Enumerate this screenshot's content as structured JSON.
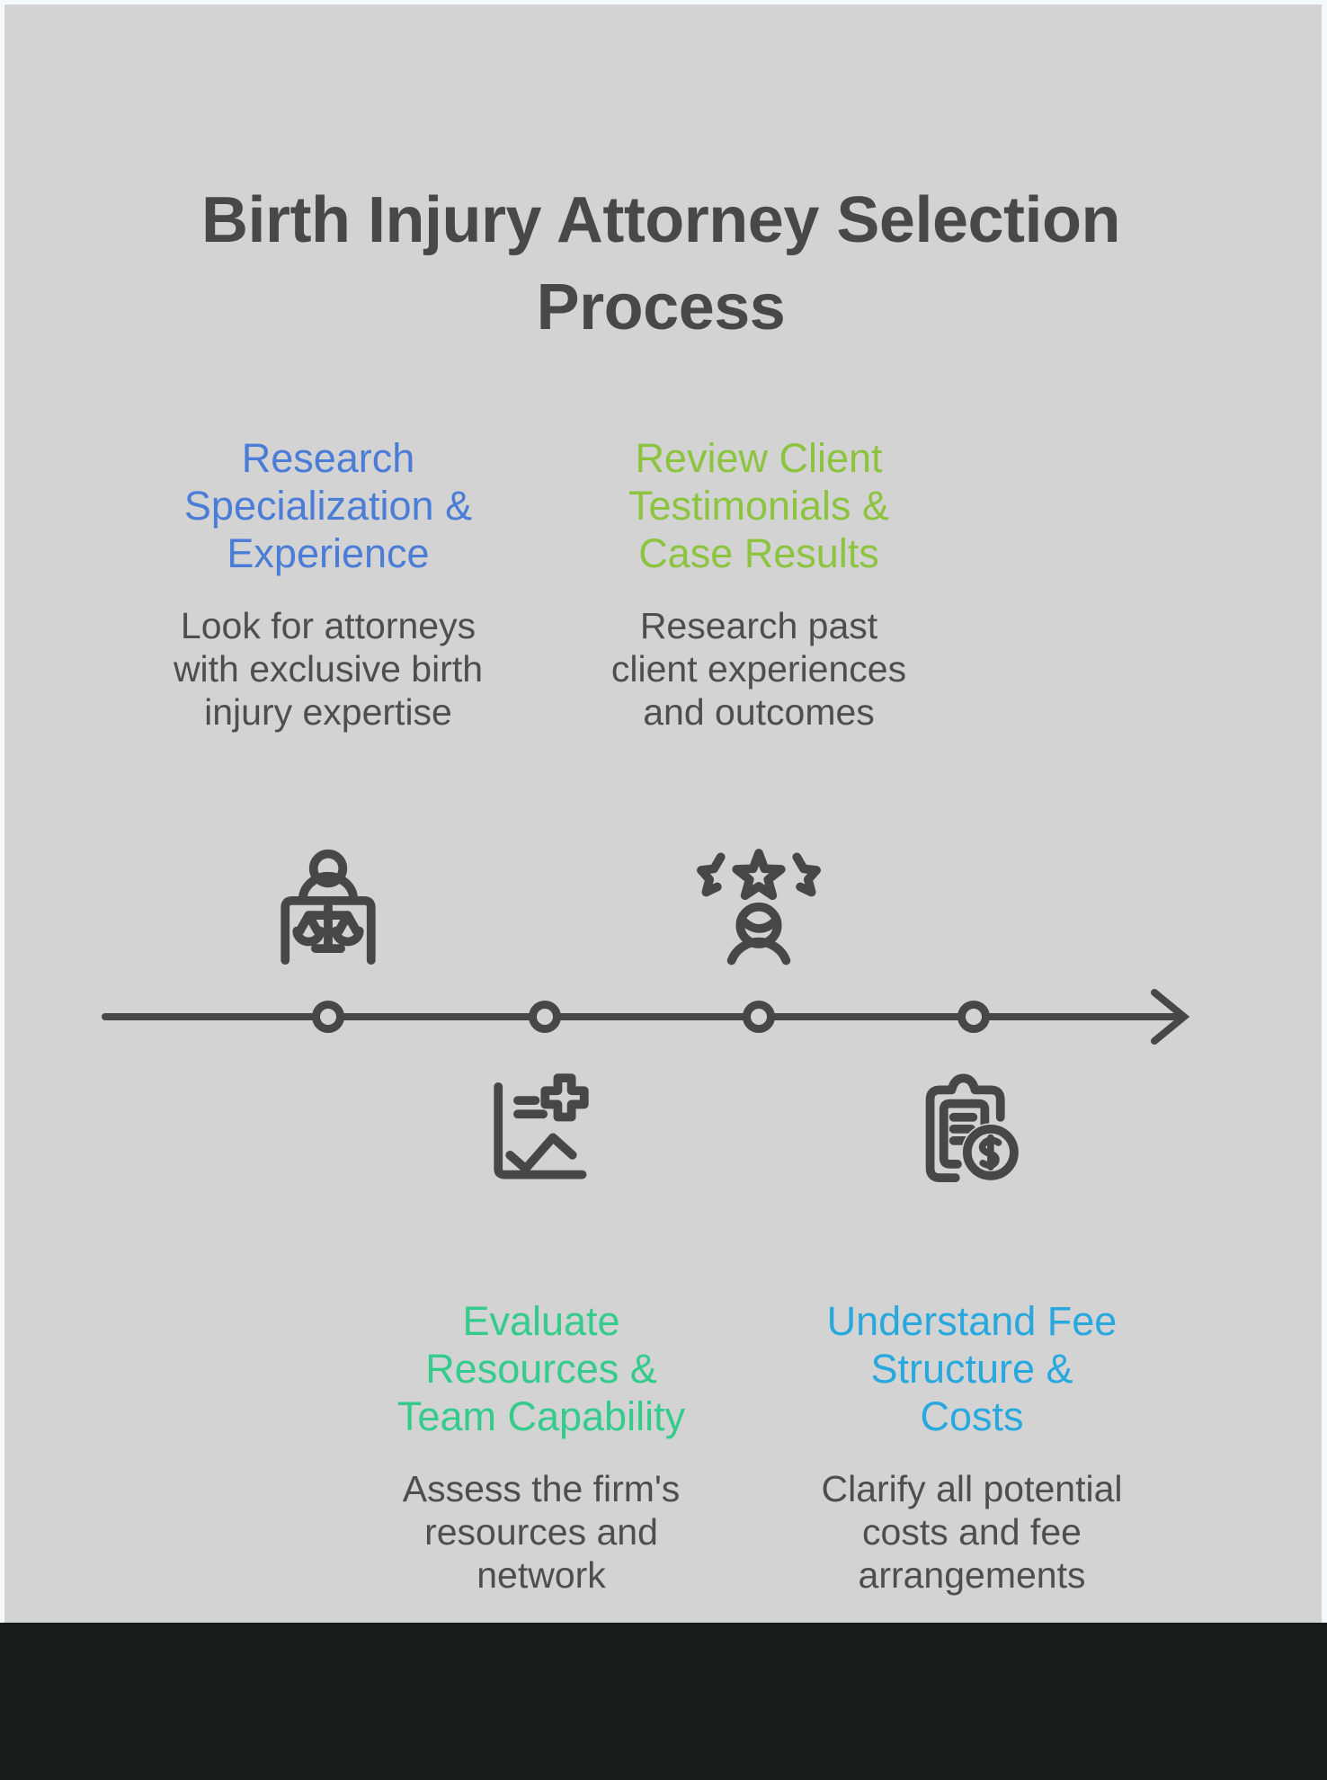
{
  "page": {
    "title": "Birth Injury Attorney Selection\nProcess"
  },
  "theme": {
    "canvas_background": "#d3d3d4",
    "page_edge": "#f6f9f9",
    "bottom_bar": "#191a1a",
    "title_color": "#484848",
    "description_color": "#4e4e4e",
    "line_and_icon_color": "#474747"
  },
  "timeline": {
    "direction": "left-to-right",
    "node_count": 4,
    "arrow": "right"
  },
  "steps": [
    {
      "order": 1,
      "heading": "Research\nSpecialization &\nExperience",
      "description": "Look for attorneys\nwith exclusive birth\ninjury expertise",
      "color": "#4b7dd7",
      "icon": "attorney-scales-icon",
      "timeline_position": "above"
    },
    {
      "order": 2,
      "heading": "Review Client\nTestimonials &\nCase Results",
      "description": "Research past\nclient experiences\nand outcomes",
      "color": "#8cc43f",
      "icon": "client-reviews-icon",
      "timeline_position": "above"
    },
    {
      "order": 3,
      "heading": "Evaluate\nResources &\nTeam Capability",
      "description": "Assess the firm's\nresources and\nnetwork",
      "color": "#34cb8c",
      "icon": "resources-chart-icon",
      "timeline_position": "below"
    },
    {
      "order": 4,
      "heading": "Understand Fee\nStructure &\nCosts",
      "description": "Clarify all potential\ncosts and fee\narrangements",
      "color": "#29a8de",
      "icon": "fee-clipboard-icon",
      "timeline_position": "below"
    }
  ]
}
